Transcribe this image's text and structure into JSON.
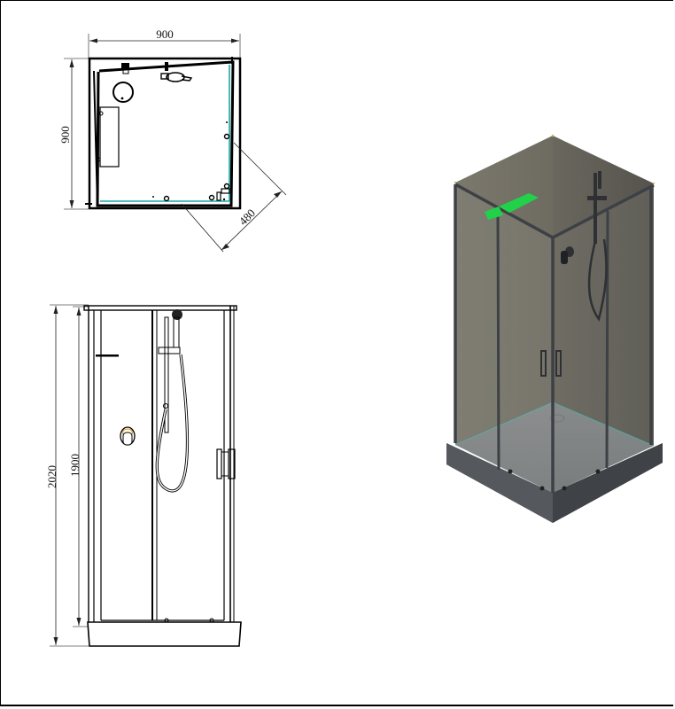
{
  "drawing": {
    "type": "shower-enclosure-technical-drawing",
    "top_view": {
      "width_label": "900",
      "depth_label": "900",
      "corner_label": "480"
    },
    "front_view": {
      "total_height_label": "2020",
      "enclosure_height_label": "1900"
    },
    "isometric_view": {
      "glass_color": "#6f6c63",
      "frame_color": "#3d4045",
      "tray_color": "#4a4d52",
      "accent_color": "#22d14a",
      "edge_highlight": "#37c8c0"
    },
    "colors": {
      "line": "#000000",
      "glass_edge": "#1aa7a7",
      "mixer_accent": "#d8a030"
    }
  }
}
